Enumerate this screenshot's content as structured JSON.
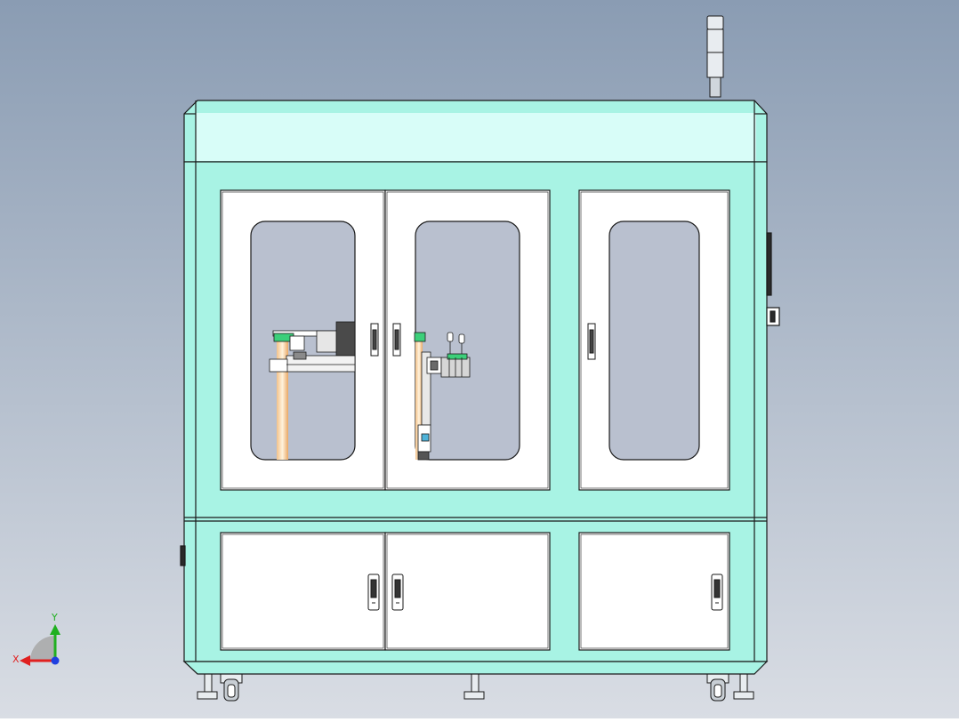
{
  "viewport": {
    "background_top": "#8a9cb3",
    "background_bottom": "#d9dde4"
  },
  "machine": {
    "frame_color": "#a8f3e4",
    "top_panel_color": "#d8fdf8",
    "door_color": "#ffffff",
    "window_color": "#b9c0cf",
    "outline_color": "#1a1a1a",
    "upper_doors": 3,
    "lower_doors": 3,
    "casters": 2,
    "leveling_feet": 3
  },
  "signal_tower": {
    "segments": 3,
    "color": "#e8ecf0"
  },
  "axis_triad": {
    "x_label": "X",
    "y_label": "Y",
    "x_color": "#e02020",
    "y_color": "#20b020",
    "z_color": "#2040e0"
  }
}
